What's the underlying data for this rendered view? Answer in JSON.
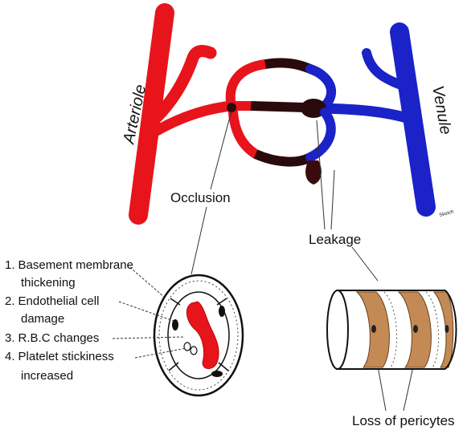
{
  "colors": {
    "arterial": "#e8141b",
    "venous": "#1a22c8",
    "occluded": "#2a0a0c",
    "pericyte_fill": "#c48a55",
    "outline": "#111111"
  },
  "labels": {
    "arteriole": "Arteriole",
    "venule": "Venule",
    "occlusion": "Occlusion",
    "leakage": "Leakage",
    "loss_of_pericytes": "Loss of pericytes",
    "signature": "Sketch"
  },
  "list": [
    {
      "number": "1.",
      "lines": [
        "Basement membrane",
        "thickening"
      ]
    },
    {
      "number": "2.",
      "lines": [
        "Endothelial cell",
        "damage"
      ]
    },
    {
      "number": "3.",
      "lines": [
        "R.B.C changes"
      ]
    },
    {
      "number": "4.",
      "lines": [
        "Platelet stickiness",
        "increased"
      ]
    }
  ]
}
